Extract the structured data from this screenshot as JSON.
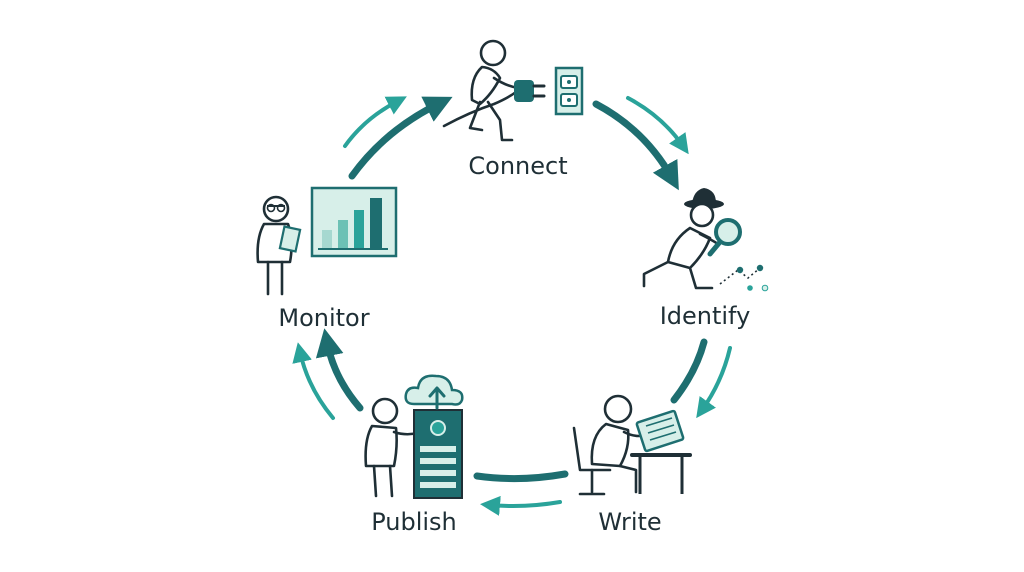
{
  "colors": {
    "dark_teal": "#1e6e70",
    "light_teal": "#2aa39a",
    "pale_teal": "#d7efe9",
    "ink": "#1f2f36"
  },
  "stages": [
    {
      "label": "Connect",
      "icon": "person-plugging-into-outlet-icon"
    },
    {
      "label": "Identify",
      "icon": "detective-with-magnifier-icon"
    },
    {
      "label": "Write",
      "icon": "person-writing-at-desk-icon"
    },
    {
      "label": "Publish",
      "icon": "person-at-cloud-server-icon"
    },
    {
      "label": "Monitor",
      "icon": "person-with-clipboard-and-bar-chart-icon"
    }
  ],
  "cycle_direction": "clockwise"
}
